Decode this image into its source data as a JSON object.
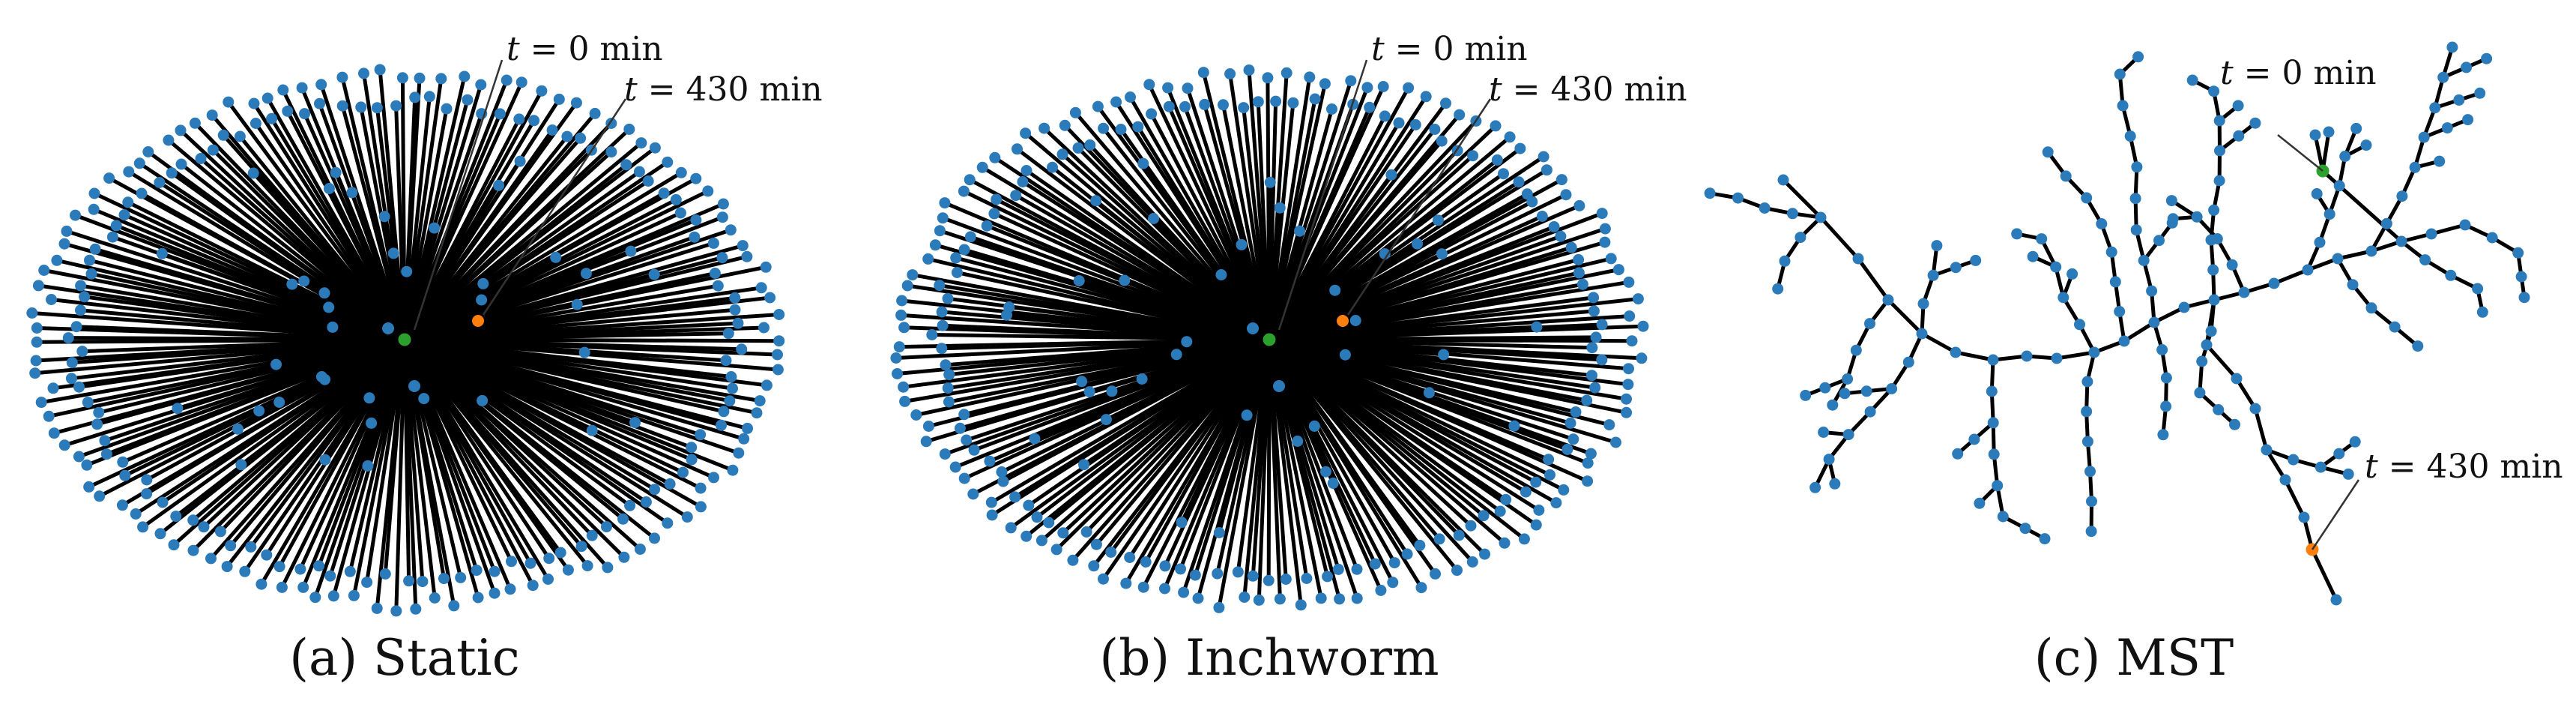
{
  "colors": {
    "node": "#2b7bba",
    "start_node": "#2ca02c",
    "end_node": "#ff7f0e",
    "edge": "#000000",
    "background": "#ffffff"
  },
  "annotations": {
    "start": {
      "var": "t",
      "rest": " = 0 min"
    },
    "end": {
      "var": "t",
      "rest": " = 430 min"
    }
  },
  "panels": [
    {
      "id": "a",
      "layout": "star",
      "caption": "(a) Static",
      "leaf_count": 230
    },
    {
      "id": "b",
      "layout": "star",
      "caption": "(b) Inchworm",
      "leaf_count": 230
    },
    {
      "id": "c",
      "layout": "tree",
      "caption": "(c) MST"
    }
  ]
}
